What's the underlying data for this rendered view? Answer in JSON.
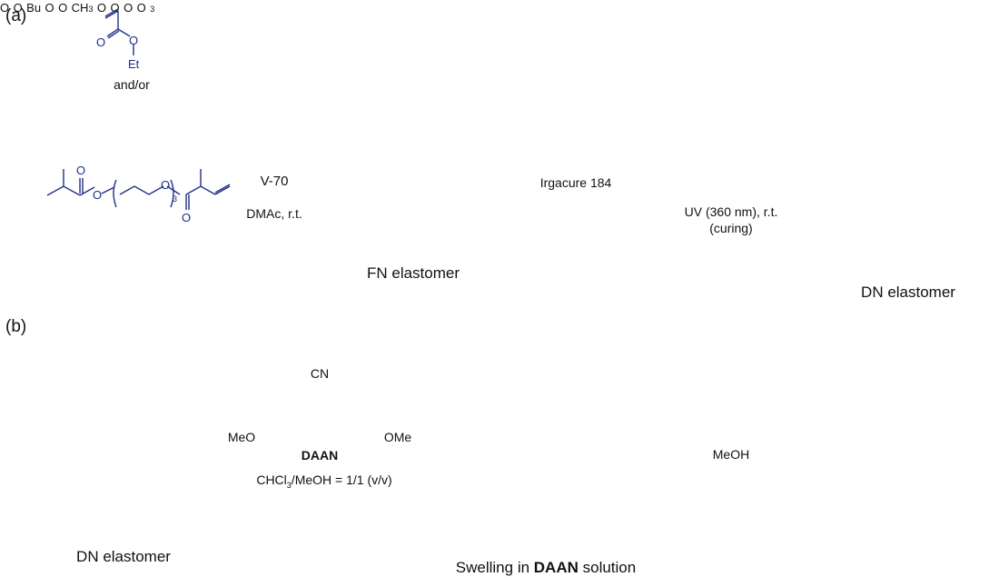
{
  "panels": {
    "a": "(a)",
    "b": "(b)"
  },
  "row_a": {
    "monomer1_ester": "O",
    "monomer1_group": "Et",
    "and_or": "and/or",
    "monomer2_ester": "O",
    "monomer2_group": "Bu",
    "initiator": "V-70",
    "conditions": "DMAc, r.t.",
    "crosslinker_subscript": "3",
    "fn_caption": "FN elastomer",
    "methyl_acrylate_group": "CH",
    "methyl_acrylate_subscript": "3",
    "photoinitiator": "Irgacure 184",
    "uv_condition_1": "UV (360 nm), r.t.",
    "uv_condition_2": "(curing)",
    "dn_caption": "DN elastomer"
  },
  "row_b": {
    "dn_caption": "DN elastomer",
    "daan_cn": "CN",
    "daan_meo": "MeO",
    "daan_ome": "OMe",
    "daan_name": "DAAN",
    "solvent_prefix": "CHCl",
    "solvent_subscript": "3",
    "solvent_suffix": "/MeOH = 1/1 (v/v)",
    "swelling_prefix": "Swelling in ",
    "swelling_bold": "DAAN",
    "swelling_suffix": " solution",
    "wash_solvent": "MeOH"
  },
  "colors": {
    "network_primary": "#1f2f86",
    "network_secondary": "#b3768f",
    "methyl_acrylate": "#a3265e",
    "dye_fill": "#58c6ee",
    "uv_glow": "#a77cf0"
  }
}
